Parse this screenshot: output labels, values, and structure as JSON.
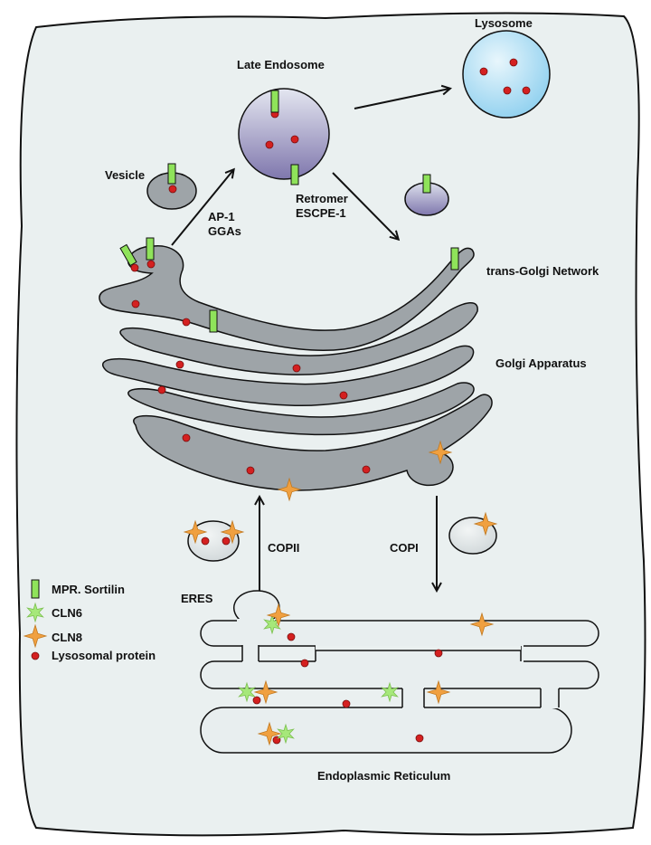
{
  "labels": {
    "lysosome": "Lysosome",
    "late_endosome": "Late Endosome",
    "vesicle": "Vesicle",
    "ap1": "AP-1",
    "ggas": "GGAs",
    "retromer": "Retromer",
    "escpe1": "ESCPE-1",
    "tgn": "trans-Golgi Network",
    "golgi": "Golgi Apparatus",
    "copii": "COPII",
    "copi": "COPI",
    "eres": "ERES",
    "er": "Endoplasmic Reticulum"
  },
  "legend": [
    {
      "icon": "mpr-sortilin-icon",
      "label": "MPR. Sortilin"
    },
    {
      "icon": "cln6-icon",
      "label": "CLN6"
    },
    {
      "icon": "cln8-icon",
      "label": "CLN8"
    },
    {
      "icon": "lysosomal-protein-icon",
      "label": "Lysosomal protein"
    }
  ],
  "colors": {
    "cell_fill": "#eaf0f0",
    "organelle_fill": "#9ea4a8",
    "mpr_green": "#8fe35a",
    "cln6_green": "#a6e87a",
    "cln8_orange": "#f0a040",
    "protein_red": "#d42020",
    "lysosome_blue": "#9fd7f0",
    "endosome_purple": "#8d86b5"
  }
}
